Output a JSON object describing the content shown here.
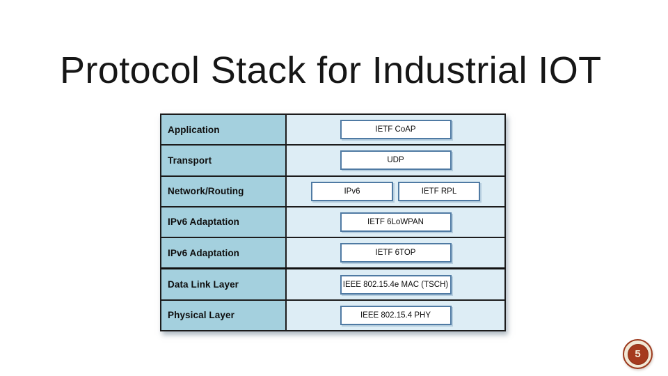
{
  "slide": {
    "title": "Protocol Stack for Industrial IOT",
    "page_number": "5"
  },
  "colors": {
    "layer_column_bg": "#a4d0de",
    "protocol_column_bg": "#ddedf5",
    "table_border": "#1c1c1c",
    "protocol_box_border": "#4f7aa3",
    "protocol_box_bg": "#ffffff",
    "badge_disc": "#a53b1e",
    "badge_ring": "#f2e9d6",
    "title_color": "#161616"
  },
  "table": {
    "rows": [
      {
        "layer": "Application",
        "protocols": [
          "IETF CoAP"
        ]
      },
      {
        "layer": "Transport",
        "protocols": [
          "UDP"
        ]
      },
      {
        "layer": "Network/Routing",
        "protocols": [
          "IPv6",
          "IETF RPL"
        ]
      },
      {
        "layer": "IPv6 Adaptation",
        "protocols": [
          "IETF 6LoWPAN"
        ]
      },
      {
        "layer": "IPv6 Adaptation",
        "protocols": [
          "IETF 6TOP"
        ]
      },
      {
        "layer": "Data Link Layer",
        "protocols": [
          "IEEE 802.15.4e MAC (TSCH)"
        ]
      },
      {
        "layer": "Physical Layer",
        "protocols": [
          "IEEE 802.15.4 PHY"
        ]
      }
    ]
  }
}
